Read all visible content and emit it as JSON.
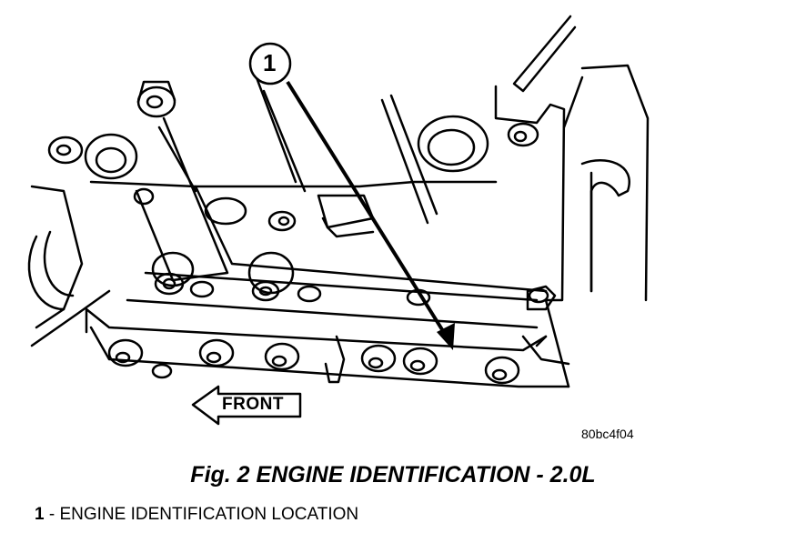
{
  "callout": {
    "number": "1"
  },
  "front_label": "FRONT",
  "image_code": "80bc4f04",
  "caption": "Fig. 2 ENGINE IDENTIFICATION - 2.0L",
  "legend": [
    {
      "number": "1",
      "separator": " - ",
      "text": "ENGINE IDENTIFICATION LOCATION"
    }
  ]
}
